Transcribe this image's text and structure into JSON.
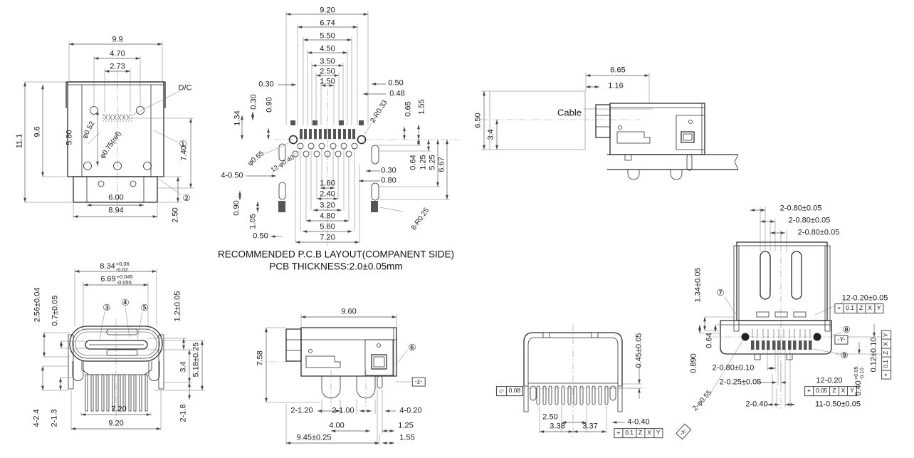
{
  "notes": {
    "line1": "RECOMMENDED P.C.B LAYOUT(COMPANENT SIDE)",
    "line2": "PCB THICKNESS:2.0±0.05mm"
  },
  "front_view": {
    "width_outer": "9.9",
    "width_holes": "4.70",
    "width_marking": "2.73",
    "date_code": "D/C",
    "marking": "XXXXXX",
    "height_outer": "11.1",
    "height_shell": "9.6",
    "height_holes": "5.80",
    "hole_dia": "φ0.52",
    "hole_dia_ref": "φ0.75(ref)",
    "callout_1": "①",
    "callout_2": "②",
    "height_lower": "7.40",
    "tab_height": "2.50",
    "tab_width": "6.00",
    "tab_width_outer": "8.94"
  },
  "pcb_view": {
    "w_920": "9.20",
    "w_674": "6.74",
    "w_550": "5.50",
    "w_450": "4.50",
    "w_350": "3.50",
    "w_250": "2.50",
    "w_150": "1.50",
    "gap_030": "0.30",
    "gap_050": "0.50",
    "gap_048": "0.48",
    "r_033": "2-R0.33",
    "v_065": "0.65",
    "v_155": "1.55",
    "v_030": "0.30",
    "v_090": "0.90",
    "v_134": "1.34",
    "d_065": "φ0.65",
    "d_040": "12-φ0.40",
    "w_4050": "4-0.50",
    "g_030": "0.30",
    "g_080": "0.80",
    "b_160": "1.60",
    "b_240": "2.40",
    "b_320": "3.20",
    "b_480": "4.80",
    "b_560": "5.60",
    "b_720": "7.20",
    "r_064": "0.64",
    "r_125": "1.25",
    "r_525": "5.25",
    "r_667": "6.67",
    "r_8r025": "8-R0.25",
    "bl_090": "0.90",
    "bl_105": "1.05",
    "bl_050": "0.50"
  },
  "cable_view": {
    "w_665": "6.65",
    "w_116": "1.16",
    "cable_label": "Cable",
    "h_650": "6.50",
    "h_34": "3.4"
  },
  "front_view2": {
    "w_834": "8.34",
    "w_834_tp": "+0.06",
    "w_834_tm": "-0.02",
    "w_669": "6.69",
    "w_669_tp": "+0.045",
    "w_669_tm": "-0.055",
    "h_256": "2.56±0.04",
    "h_07": "0.7±0.05",
    "callout_3": "③",
    "callout_4": "④",
    "callout_5": "⑤",
    "h_12": "1.2±0.05",
    "h_34": "3.4",
    "h_518": "5.18±0.25",
    "w_720": "7.20",
    "w_920": "9.20",
    "p_424": "4-2.4",
    "p_213": "2-1.3",
    "p_218": "2-1.8"
  },
  "side_view": {
    "w_960": "9.60",
    "h_758": "7.58",
    "callout_6": "⑥",
    "datum_z": "-z-",
    "p_2120": "2-1.20",
    "p_2100": "2-1.00",
    "p_4020": "4-0.20",
    "w_400": "4.00",
    "w_125": "1.25",
    "w_945": "9.45±0.25",
    "w_155": "1.55"
  },
  "rear_view": {
    "h_045": "0.45±0.05",
    "flat_sym": "▱",
    "flat_val": "0.08",
    "w_250": "2.50",
    "w_338": "3.38",
    "w_337": "3.37",
    "p_4040": "4-0.40",
    "pos": {
      "sym": "⌖",
      "val": "0.1",
      "d1": "Z",
      "d2": "X",
      "d3": "Y"
    }
  },
  "top_view": {
    "slot_1": "2-0.80±0.05",
    "slot_2": "2-0.80±0.05",
    "slot_3": "2-0.80±0.05",
    "h_134": "1.34±0.05",
    "callout_7": "⑦",
    "pads_12": "12-0.20±0.05",
    "pos1": {
      "sym": "⌖",
      "val": "0.1",
      "d1": "Z",
      "d2": "X",
      "d3": "Y"
    },
    "callout_8": "⑧",
    "datum_y": "-Y-",
    "h_064": "0.64",
    "h_0890": "0.890",
    "callout_9": "⑨",
    "p_2080": "2-0.80±0.10",
    "p_2025": "2-0.25±0.05",
    "p_1220": "12-0.20",
    "pos2": {
      "sym": "⌖",
      "val": "0.05",
      "d1": "Z",
      "d2": "X",
      "d3": "Y"
    },
    "v_040": "0.40",
    "v_040_tp": "+0.05",
    "v_040_tm": "-0.10",
    "v_012": "0.12±0.10",
    "pos3": {
      "sym": "⌖",
      "val": "0.1",
      "d1": "Z",
      "d2": "X",
      "d3": "Y"
    },
    "p_2040": "2-0.40",
    "p_1150": "11-0.50±0.05",
    "d_055": "2-φ0.55",
    "datum_x": "-x-"
  }
}
